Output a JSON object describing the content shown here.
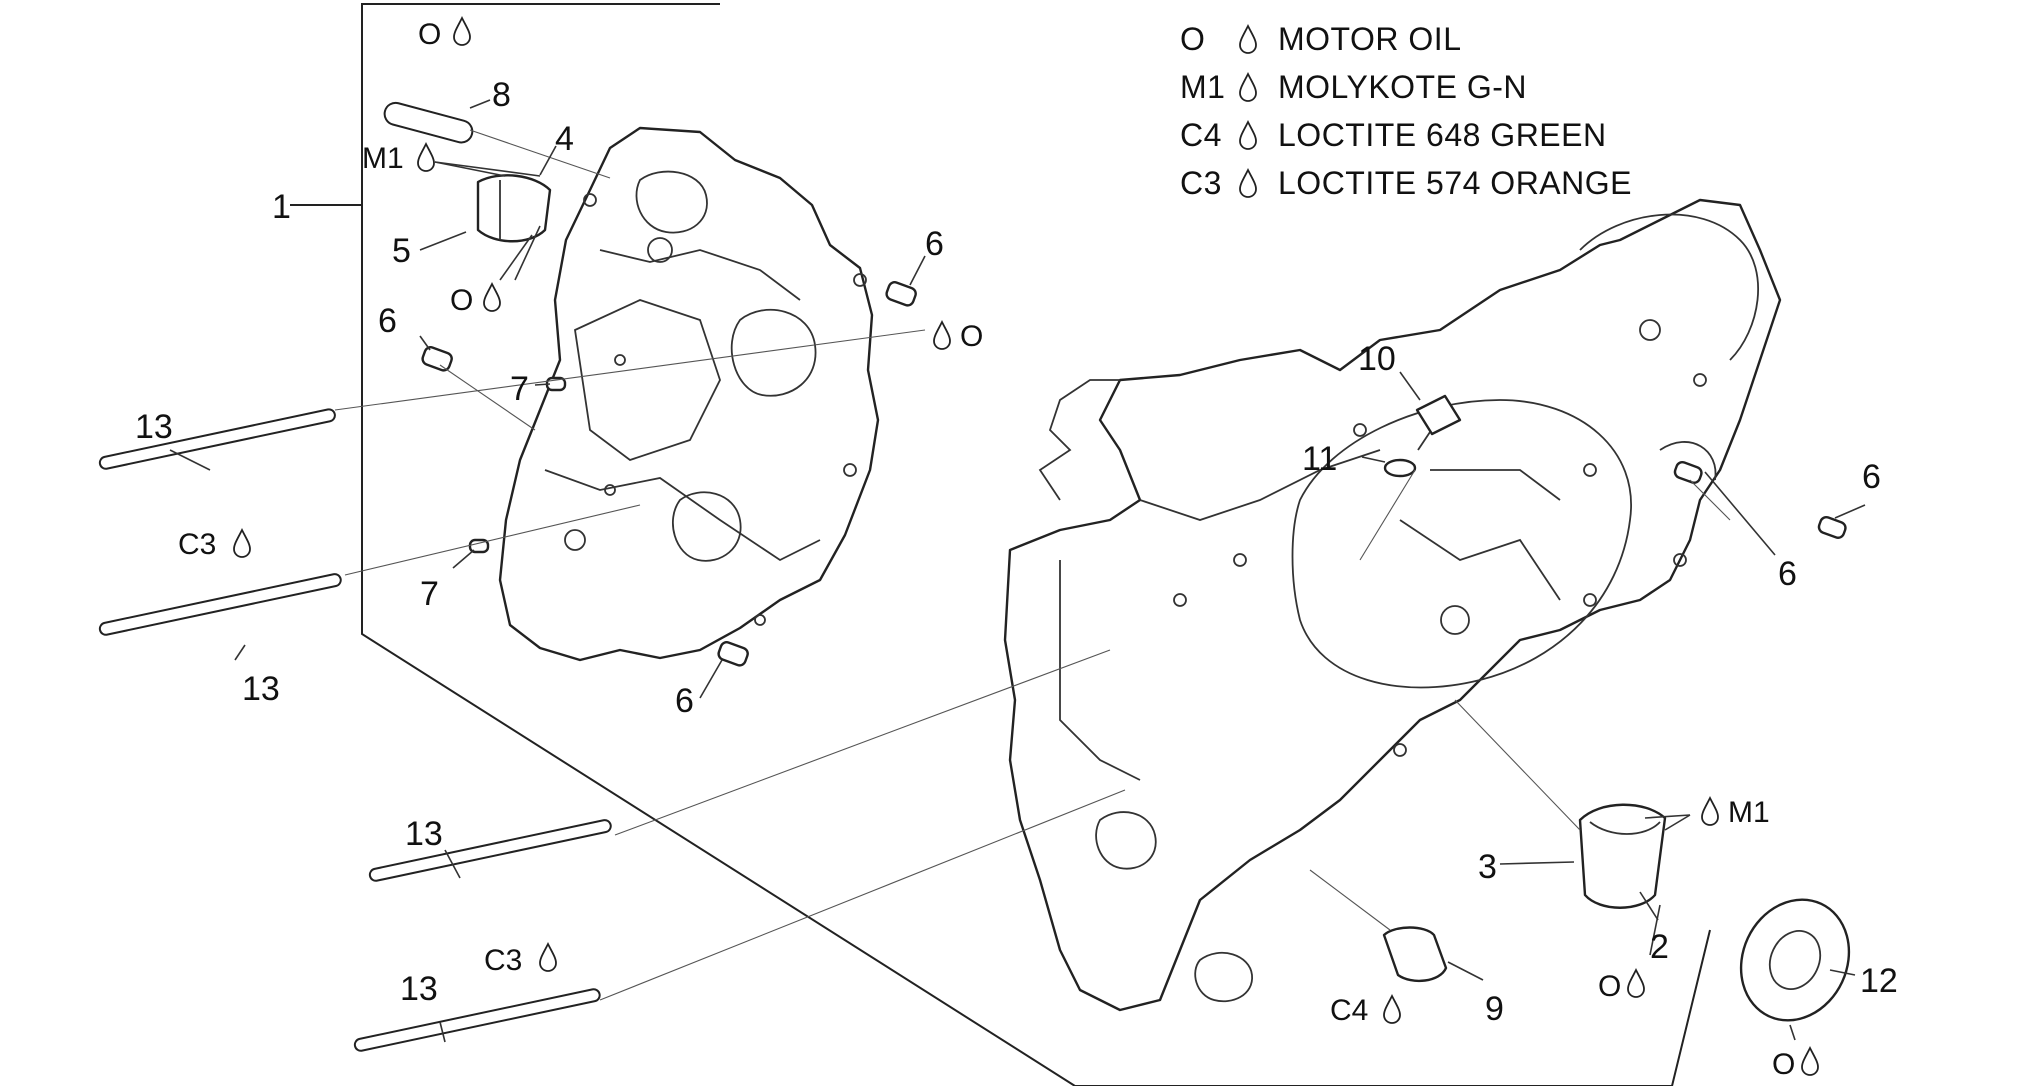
{
  "legend": [
    {
      "code": "O",
      "text": "MOTOR OIL"
    },
    {
      "code": "M1",
      "text": "MOLYKOTE G-N"
    },
    {
      "code": "C4",
      "text": "LOCTITE 648 GREEN"
    },
    {
      "code": "C3",
      "text": "LOCTITE 574 ORANGE"
    }
  ],
  "callouts": {
    "c1": "1",
    "c2": "2",
    "c3": "3",
    "c4": "4",
    "c5": "5",
    "c6a": "6",
    "c6b": "6",
    "c6c": "6",
    "c6d": "6",
    "c6e": "6",
    "c7a": "7",
    "c7b": "7",
    "c8": "8",
    "c9": "9",
    "c10": "10",
    "c11": "11",
    "c12": "12",
    "c13a": "13",
    "c13b": "13",
    "c13c": "13",
    "c13d": "13"
  },
  "lube_symbols": {
    "o": "O",
    "m1": "M1",
    "c3": "C3",
    "c4": "C4"
  },
  "icons": [
    "drop-icon"
  ]
}
